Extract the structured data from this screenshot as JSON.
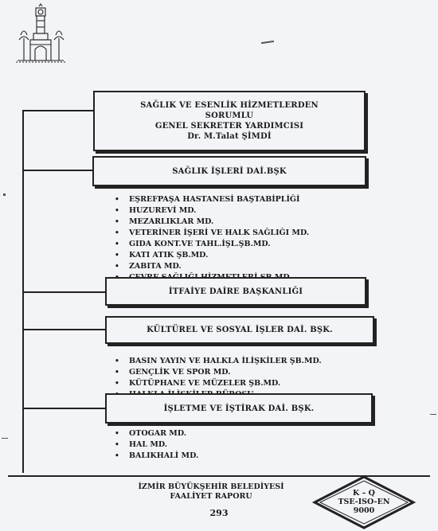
{
  "header": {
    "title_lines": [
      "SAĞLIK VE ESENLİK HİZMETLERDEN",
      "SORUMLU",
      "GENEL SEKRETER YARDIMCISI",
      "Dr. M.Talat ŞİMDİ"
    ]
  },
  "departments": [
    {
      "name": "SAĞLIK İŞLERİ DAİ.BŞK",
      "items": [
        "EŞREFPAŞA HASTANESİ BAŞTABİPLİĞİ",
        "HUZUREVİ MD.",
        "MEZARLIKLAR MD.",
        "VETERİNER İŞERİ VE HALK SAĞLIĞI MD.",
        "GIDA KONT.VE TAHL.İŞL.ŞB.MD.",
        "KATI ATIK ŞB.MD.",
        "ZABITA MD.",
        "ÇEVRE SAĞLIĞI HİZMETLERİ ŞB.MD."
      ]
    },
    {
      "name": "İTFAİYE DAİRE BAŞKANLIĞI",
      "items": []
    },
    {
      "name": "KÜLTÜREL VE SOSYAL İŞLER DAİ. BŞK.",
      "items": [
        "BASIN YAYIN VE HALKLA İLİŞKİLER ŞB.MD.",
        "GENÇLİK VE SPOR MD.",
        "KÜTÜPHANE VE MÜZELER ŞB.MD.",
        "HALKLA İLİŞKİLER BÜROSU"
      ]
    },
    {
      "name": "İŞLETME VE İŞTİRAK DAİ. BŞK.",
      "items": [
        "OTOGAR MD.",
        "HAL MD.",
        "BALIKHALİ MD."
      ]
    }
  ],
  "footer": {
    "org_lines": [
      "İZMİR BÜYÜKŞEHİR BELEDİYESİ",
      "FAALİYET RAPORU"
    ],
    "page_number": "293",
    "badge_lines": [
      "K – Q",
      "TSE-ISO-EN",
      "9000"
    ]
  },
  "logo": {
    "icon": "clock-tower-icon"
  }
}
